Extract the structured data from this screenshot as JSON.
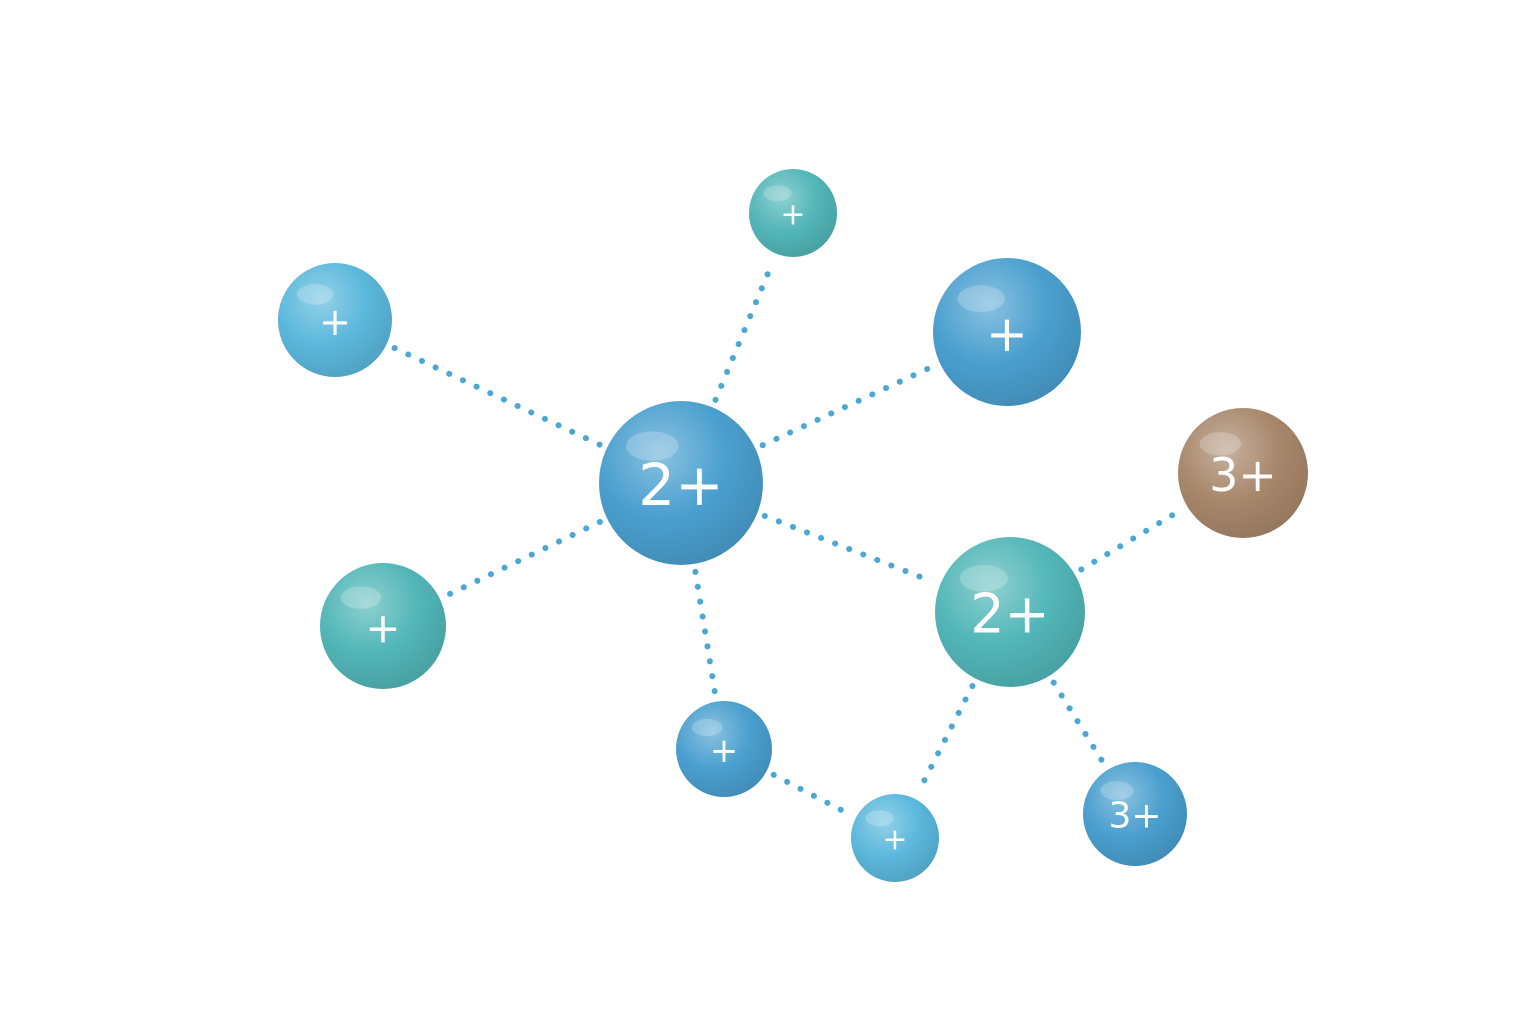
{
  "colors": {
    "blue": "#4a9fcf",
    "light_blue": "#5bb8dc",
    "teal": "#52b6b8",
    "brown": "#a8876b",
    "bond": "#4aa8d2",
    "label": "#ffffff"
  },
  "ions": [
    {
      "id": "ion-center",
      "label": "2+",
      "color": "blue"
    },
    {
      "id": "ion-top",
      "label": "+",
      "color": "teal"
    },
    {
      "id": "ion-top-left",
      "label": "+",
      "color": "light_blue"
    },
    {
      "id": "ion-top-right",
      "label": "+",
      "color": "blue"
    },
    {
      "id": "ion-left",
      "label": "+",
      "color": "teal"
    },
    {
      "id": "ion-right-mid",
      "label": "2+",
      "color": "teal"
    },
    {
      "id": "ion-far-right",
      "label": "3+",
      "color": "brown"
    },
    {
      "id": "ion-bottom-left",
      "label": "+",
      "color": "blue"
    },
    {
      "id": "ion-bottom-mid",
      "label": "+",
      "color": "light_blue"
    },
    {
      "id": "ion-bottom-right",
      "label": "3+",
      "color": "blue"
    }
  ],
  "bonds": [
    {
      "from": "ion-center",
      "to": "ion-top"
    },
    {
      "from": "ion-center",
      "to": "ion-top-left"
    },
    {
      "from": "ion-center",
      "to": "ion-top-right"
    },
    {
      "from": "ion-center",
      "to": "ion-left"
    },
    {
      "from": "ion-center",
      "to": "ion-right-mid"
    },
    {
      "from": "ion-center",
      "to": "ion-bottom-left"
    },
    {
      "from": "ion-right-mid",
      "to": "ion-far-right"
    },
    {
      "from": "ion-right-mid",
      "to": "ion-bottom-mid"
    },
    {
      "from": "ion-right-mid",
      "to": "ion-bottom-right"
    },
    {
      "from": "ion-bottom-left",
      "to": "ion-bottom-mid"
    }
  ]
}
